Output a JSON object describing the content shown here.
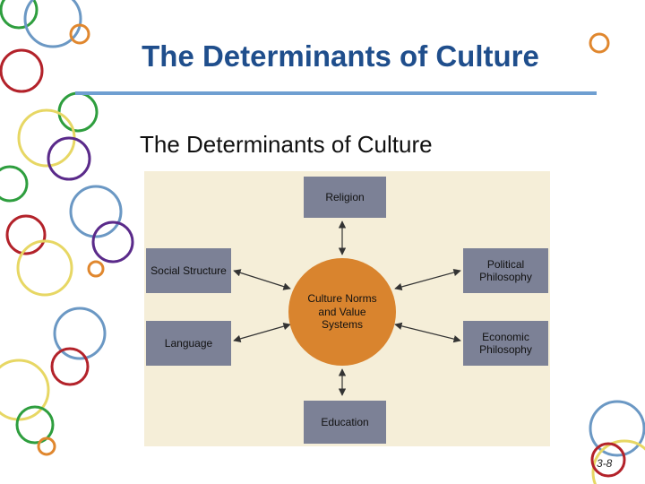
{
  "slide": {
    "title": "The Determinants of Culture",
    "subtitle": "The Determinants of Culture",
    "page_number": "3-8"
  },
  "diagram": {
    "center_label": "Culture Norms and Value Systems",
    "determinants": {
      "religion": "Religion",
      "social_structure": "Social Structure",
      "language": "Language",
      "education": "Education",
      "political_philosophy": "Political Philosophy",
      "economic_philosophy": "Economic Philosophy"
    }
  },
  "colors": {
    "title": "#1f4e8c",
    "box": "#7c8196",
    "center": "#d9842e",
    "panel": "#f5eed8"
  }
}
